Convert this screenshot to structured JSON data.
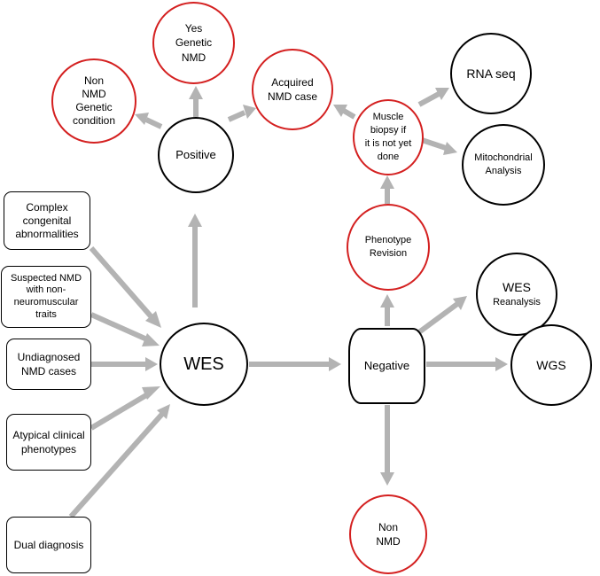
{
  "colors": {
    "arrow": "#b3b3b3",
    "red_border": "#d42020",
    "black_border": "#000000"
  },
  "nodes": {
    "yes_genetic_nmd": "Yes\nGenetic\nNMD",
    "non_nmd_genetic": "Non\nNMD\nGenetic\ncondition",
    "acquired_nmd": "Acquired\nNMD case",
    "positive": "Positive",
    "muscle_biopsy": "Muscle\nbiopsy if\nit is not yet\ndone",
    "rna_seq": "RNA seq",
    "mitochondrial": "Mitochondrial\nAnalysis",
    "phenotype_revision": "Phenotype\nRevision",
    "wes_reanalysis_title": "WES",
    "wes_reanalysis_sub": "Reanalysis",
    "wes": "WES",
    "negative": "Negative",
    "wgs": "WGS",
    "non_nmd": "Non\nNMD",
    "complex_congenital": "Complex\ncongenital\nabnormalities",
    "suspected_nmd": "Suspected NMD\nwith non-\nneuromuscular\ntraits",
    "undiagnosed_nmd": "Undiagnosed\nNMD cases",
    "atypical_clinical": "Atypical clinical\nphenotypes",
    "dual_diagnosis": "Dual diagnosis"
  }
}
